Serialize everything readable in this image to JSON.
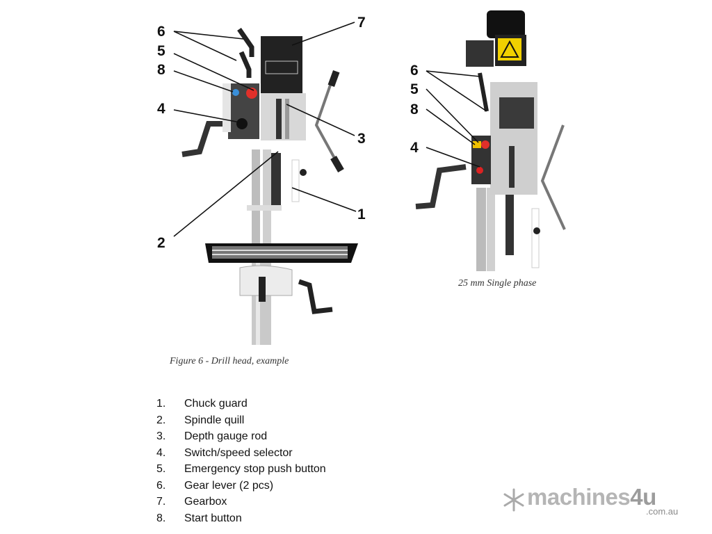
{
  "figure_left": {
    "callouts": {
      "c6": "6",
      "c5": "5",
      "c8": "8",
      "c4": "4",
      "c7": "7",
      "c3": "3",
      "c1": "1",
      "c2": "2"
    },
    "caption": "Figure 6 - Drill head, example"
  },
  "figure_right": {
    "callouts": {
      "c6": "6",
      "c5": "5",
      "c8": "8",
      "c4": "4"
    },
    "caption": "25 mm Single phase"
  },
  "parts_list": [
    {
      "num": "1.",
      "label": "Chuck guard"
    },
    {
      "num": "2.",
      "label": "Spindle quill"
    },
    {
      "num": "3.",
      "label": "Depth gauge rod"
    },
    {
      "num": "4.",
      "label": "Switch/speed selector"
    },
    {
      "num": "5.",
      "label": "Emergency stop push button"
    },
    {
      "num": "6.",
      "label": "Gear lever (2 pcs)"
    },
    {
      "num": "7.",
      "label": "Gearbox"
    },
    {
      "num": "8.",
      "label": "Start button"
    }
  ],
  "watermark": {
    "brand": "machines",
    "brand_accent": "4u",
    "domain": ".com.au"
  }
}
